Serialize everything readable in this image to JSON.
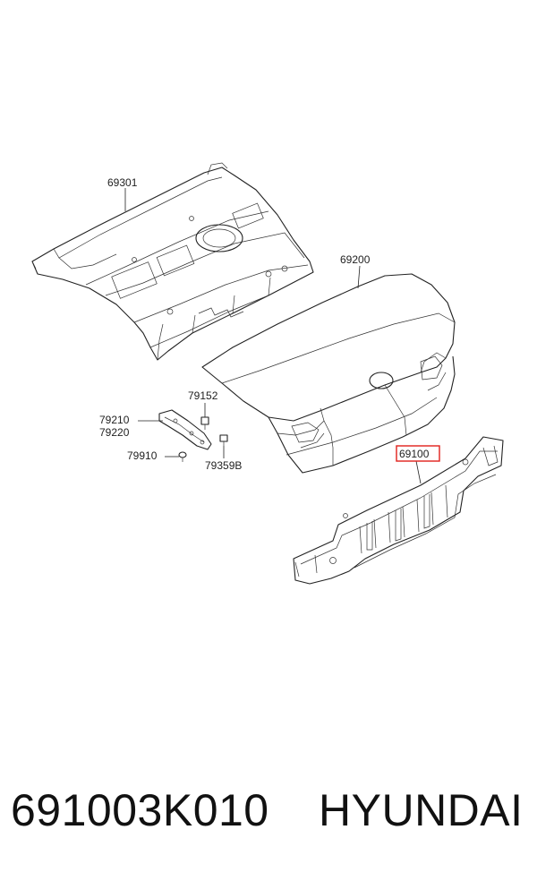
{
  "callouts": {
    "c69301": "69301",
    "c69200": "69200",
    "c79152": "79152",
    "c79210": "79210",
    "c79220": "79220",
    "c79910": "79910",
    "c79359b": "79359B",
    "c69100": "69100"
  },
  "highlight_color": "#e0201b",
  "caption": {
    "part_number": "691003K010",
    "brand": "HYUNDAI"
  }
}
